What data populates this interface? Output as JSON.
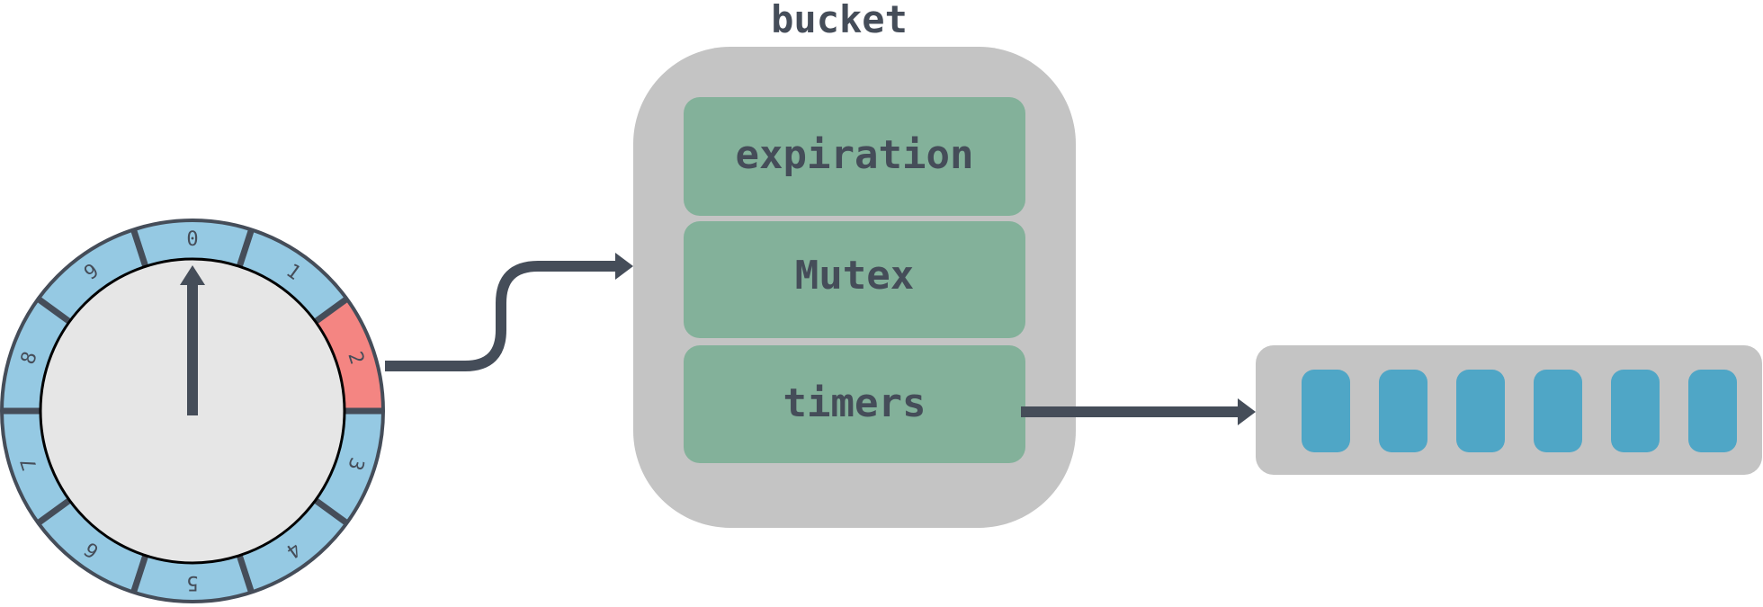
{
  "colors": {
    "ink": "#454d59",
    "segment": "#95c9e3",
    "segment_active": "#f48582",
    "dial_face": "#e6e6e6",
    "bucket_bg": "#c4c4c4",
    "field_bg": "#83b19a",
    "slot": "#4fa6c6"
  },
  "wheel": {
    "slots": [
      "0",
      "1",
      "2",
      "3",
      "4",
      "5",
      "6",
      "7",
      "8",
      "9"
    ],
    "active_slot": 2,
    "pointer_slot": 0
  },
  "bucket": {
    "title": "bucket",
    "fields": [
      "expiration",
      "Mutex",
      "timers"
    ]
  },
  "timer_list": {
    "slot_count": 6
  }
}
